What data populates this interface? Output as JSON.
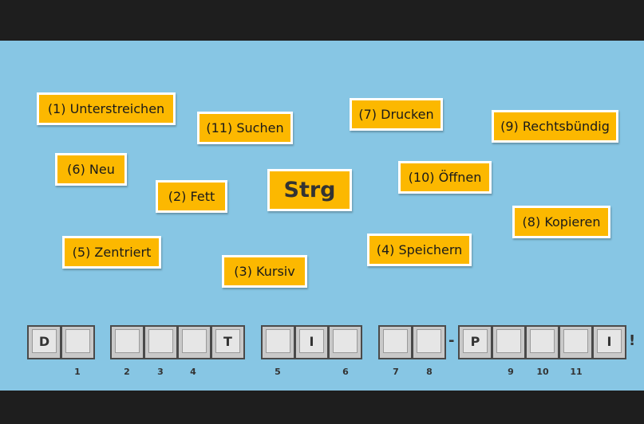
{
  "center_card": "Strg",
  "cards": [
    {
      "num": "(1)",
      "label": "Unterstreichen"
    },
    {
      "num": "(11)",
      "label": "Suchen"
    },
    {
      "num": "(7)",
      "label": "Drucken"
    },
    {
      "num": "(9)",
      "label": "Rechtsbündig"
    },
    {
      "num": "(6)",
      "label": "Neu"
    },
    {
      "num": "(2)",
      "label": "Fett"
    },
    {
      "num": "(10)",
      "label": "Öffnen"
    },
    {
      "num": "(8)",
      "label": "Kopieren"
    },
    {
      "num": "(5)",
      "label": "Zentriert"
    },
    {
      "num": "(4)",
      "label": "Speichern"
    },
    {
      "num": "(3)",
      "label": "Kursiv"
    }
  ],
  "slots": [
    {
      "letter": "D"
    },
    {
      "letter": ""
    },
    {
      "letter": ""
    },
    {
      "letter": ""
    },
    {
      "letter": ""
    },
    {
      "letter": "T"
    },
    {
      "letter": ""
    },
    {
      "letter": "I"
    },
    {
      "letter": ""
    },
    {
      "letter": ""
    },
    {
      "letter": ""
    },
    {
      "letter": "P"
    },
    {
      "letter": ""
    },
    {
      "letter": ""
    },
    {
      "letter": ""
    },
    {
      "letter": "I"
    }
  ],
  "separators": {
    "dash": "-",
    "exclaim": "!"
  },
  "slot_numbers": [
    "1",
    "2",
    "3",
    "4",
    "5",
    "6",
    "7",
    "8",
    "9",
    "10",
    "11"
  ]
}
